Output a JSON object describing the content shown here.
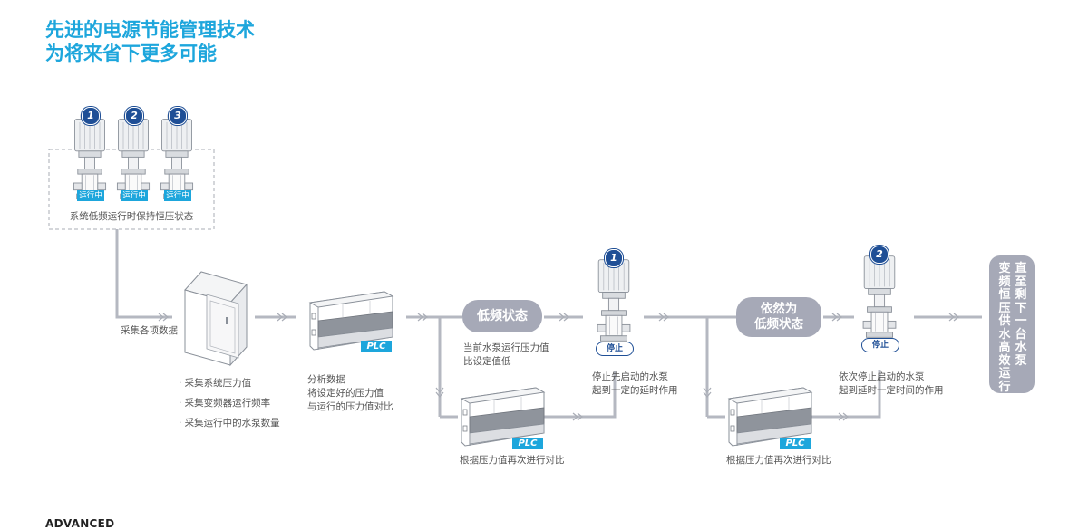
{
  "header": {
    "title_line1": "先进的电源节能管理技术",
    "title_line2": "为将来省下更多可能"
  },
  "pumps_group": {
    "pumps": [
      {
        "number": "1",
        "status": "运行中"
      },
      {
        "number": "2",
        "status": "运行中"
      },
      {
        "number": "3",
        "status": "运行中"
      }
    ],
    "caption": "系统低频运行时保持恒压状态"
  },
  "collect": {
    "label": "采集各项数据",
    "bullets": [
      "· 采集系统压力值",
      "· 采集变频器运行频率",
      "· 采集运行中的水泵数量"
    ]
  },
  "analysis": {
    "plc_label": "PLC",
    "lines": [
      "分析数据",
      "将设定好的压力值",
      "与运行的压力值对比"
    ]
  },
  "state1": {
    "pill": "低频状态",
    "lines": [
      "当前水泵运行压力值",
      "比设定值低"
    ],
    "plc_label": "PLC",
    "plc_caption": "根据压力值再次进行对比"
  },
  "stop1": {
    "pump_number": "1",
    "badge": "停止",
    "lines": [
      "停止先启动的水泵",
      "起到一定的延时作用"
    ]
  },
  "state2": {
    "pill_line1": "依然为",
    "pill_line2": "低频状态",
    "plc_label": "PLC",
    "plc_caption": "根据压力值再次进行对比"
  },
  "stop2": {
    "pump_number": "2",
    "badge": "停止",
    "lines": [
      "依次停止启动的水泵",
      "起到延时一定时间的作用"
    ]
  },
  "end": {
    "col1": "直至剩下一台水泵",
    "col2": "变频恒压供水高效运行"
  },
  "footer": {
    "brand": "ADVANCED"
  },
  "colors": {
    "accent": "#1da6dc",
    "navy": "#1f4f96",
    "pill": "#a6a9b7",
    "line": "#b5b8c1"
  }
}
